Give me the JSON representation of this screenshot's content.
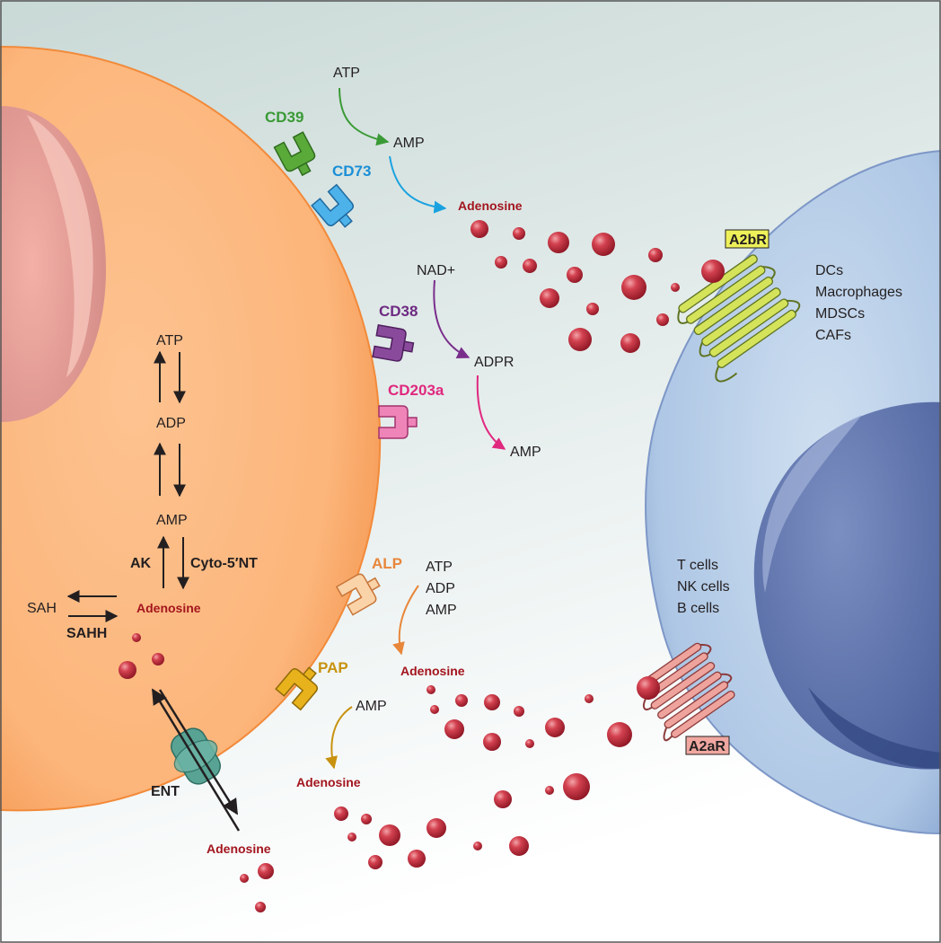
{
  "enzymes": {
    "cd39": "CD39",
    "cd73": "CD73",
    "cd38": "CD38",
    "cd203a": "CD203a",
    "alp": "ALP",
    "pap": "PAP"
  },
  "receptors": {
    "a2br": "A2bR",
    "a2ar": "A2aR"
  },
  "transporter": "ENT",
  "pathway_top": {
    "atp": "ATP",
    "amp": "AMP",
    "adenosine": "Adenosine"
  },
  "pathway_nad": {
    "nad": "NAD+",
    "adpr": "ADPR",
    "amp": "AMP"
  },
  "pathway_alp": {
    "atp": "ATP",
    "adp": "ADP",
    "amp": "AMP",
    "adenosine": "Adenosine"
  },
  "pathway_pap": {
    "amp": "AMP",
    "adenosine": "Adenosine"
  },
  "intracellular": {
    "atp": "ATP",
    "adp": "ADP",
    "amp": "AMP",
    "ak": "AK",
    "cyto5nt": "Cyto-5′NT",
    "adenosine": "Adenosine",
    "sah": "SAH",
    "sahh": "SAHH"
  },
  "ent_adenosine": "Adenosine",
  "cells_upper": [
    "DCs",
    "Macrophages",
    "MDSCs",
    "CAFs"
  ],
  "cells_lower": [
    "T cells",
    "NK cells",
    "B cells"
  ],
  "colors": {
    "cd39": "#3a9a35",
    "cd73": "#1a8fd6",
    "cd38": "#6e2a82",
    "cd203a": "#e0287f",
    "alp": "#e8863a",
    "pap": "#c8920f",
    "adenosine_text": "#a3151e",
    "tumor_cell": "#fbb87a",
    "immune_cell": "#a9c3e3"
  }
}
